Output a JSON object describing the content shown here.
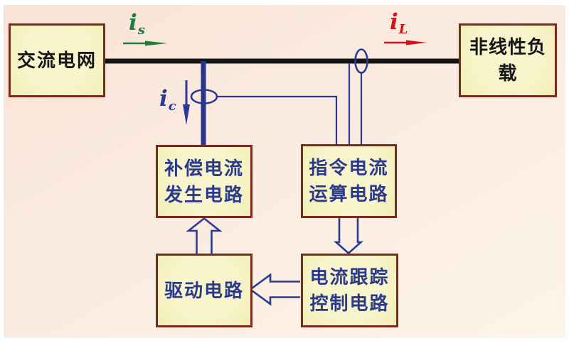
{
  "figure": {
    "type": "block-diagram",
    "subject": "shunt-active-power-filter-principle",
    "background_top": "#f8e4d6",
    "background_bottom": "#fdf4ea"
  },
  "colors": {
    "bus_line": "#151515",
    "signal_blue": "#2b3a96",
    "box_border": "#7a2b1e",
    "box_fill": "#f5f2c3",
    "top_box_text": "#161616",
    "lower_box_text": "#2c3a8e",
    "source_current_green": "#1e7e3c",
    "load_current_red": "#d21418"
  },
  "nodes": {
    "ac_grid": {
      "label": "交流电网"
    },
    "nonlinear_load": {
      "label": "非线性负载"
    },
    "compensation_gen": {
      "line1": "补偿电流",
      "line2": "发生电路"
    },
    "command_calc": {
      "line1": "指令电流",
      "line2": "运算电路"
    },
    "drive": {
      "label": "驱动电路"
    },
    "current_tracking": {
      "line1": "电流跟踪",
      "line2": "控制电路"
    }
  },
  "currents": {
    "source": {
      "symbol": "i",
      "subscript": "s",
      "color": "#1e7e3c"
    },
    "load": {
      "symbol": "i",
      "subscript": "L",
      "color": "#d21418"
    },
    "compensation": {
      "symbol": "i",
      "subscript": "c",
      "color": "#2b3a96"
    }
  }
}
